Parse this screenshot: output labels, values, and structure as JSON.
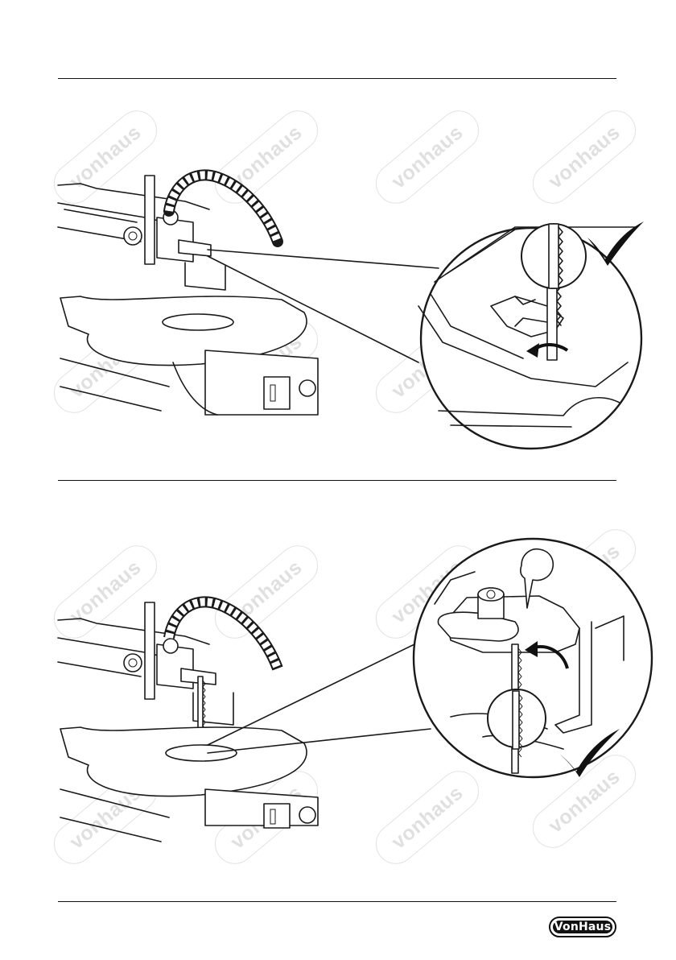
{
  "brand": {
    "logo_text": "VonHaus",
    "watermark_text": "vonhaus"
  },
  "figures": [
    {
      "name": "blade-removal-top-clamp",
      "check_mark": "check-icon"
    },
    {
      "name": "blade-insert-lower-holder",
      "check_mark": "check-icon"
    }
  ]
}
